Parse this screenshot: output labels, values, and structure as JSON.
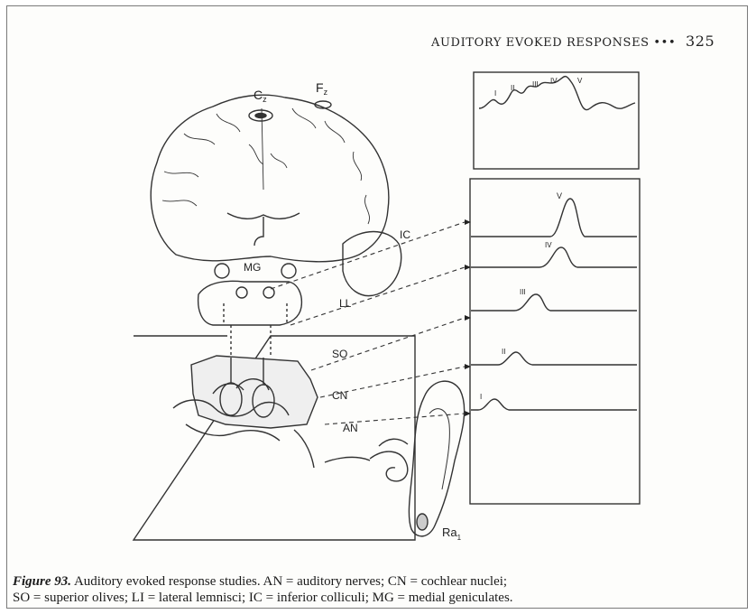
{
  "header": {
    "title": "AUDITORY EVOKED RESPONSES",
    "dots": "•••",
    "page_number": "325"
  },
  "electrodes": {
    "cz": "C",
    "cz_sub": "z",
    "fz": "F",
    "fz_sub": "z"
  },
  "ref_electrode": {
    "label": "Ra",
    "sub": "1"
  },
  "pathway_labels": {
    "mg": "MG",
    "ic": "IC",
    "ll": "LL",
    "so": "SO",
    "cn": "CN",
    "an": "AN"
  },
  "waveform_labels": {
    "composite": [
      "I",
      "II",
      "III",
      "IV",
      "V"
    ],
    "traces": [
      "V",
      "IV",
      "III",
      "II",
      "I"
    ]
  },
  "caption": {
    "figure": "Figure 93.",
    "line1": " Auditory evoked response studies. AN = auditory nerves; CN = cochlear nuclei;",
    "line2": "SO = superior olives; LI = lateral lemnisci; IC = inferior colliculi; MG = medial geniculates."
  }
}
